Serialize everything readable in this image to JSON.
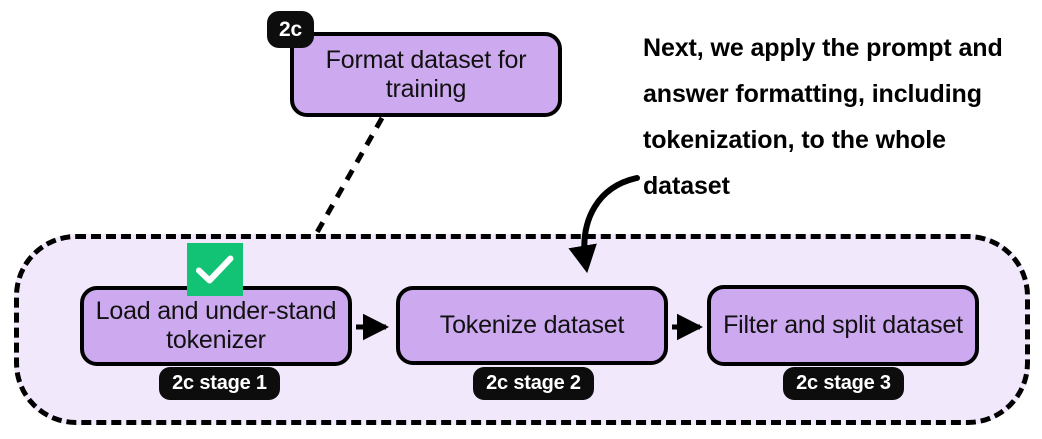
{
  "diagram": {
    "title_badge": {
      "label": "2c"
    },
    "top_node": {
      "label": "Format dataset for training",
      "badge": "2c"
    },
    "annotation": {
      "text": "Next, we apply the prompt and answer formatting, including tokenization, to the whole dataset"
    },
    "group": {
      "fill_color": "#f2e8fb",
      "border_color": "#000000",
      "border_style": "dashed"
    },
    "node_colors": {
      "fill": "#cda9ef",
      "border": "#000000",
      "badge_bg": "#0d0d0d",
      "badge_text": "#ffffff",
      "done_badge": "#12c275"
    },
    "stages": [
      {
        "label": "Load and under-stand tokenizer",
        "badge": "2c stage 1",
        "status_icon": "check-icon",
        "completed": true
      },
      {
        "label": "Tokenize dataset",
        "badge": "2c stage 2",
        "completed": false
      },
      {
        "label": "Filter and split dataset",
        "badge": "2c stage 3",
        "completed": false
      }
    ],
    "connectors": [
      {
        "name": "format-to-group",
        "style": "dashed"
      },
      {
        "name": "stage1-to-stage2",
        "style": "arrow"
      },
      {
        "name": "stage2-to-stage3",
        "style": "arrow"
      },
      {
        "name": "annotation-to-stage2",
        "style": "curved-arrow"
      }
    ]
  }
}
